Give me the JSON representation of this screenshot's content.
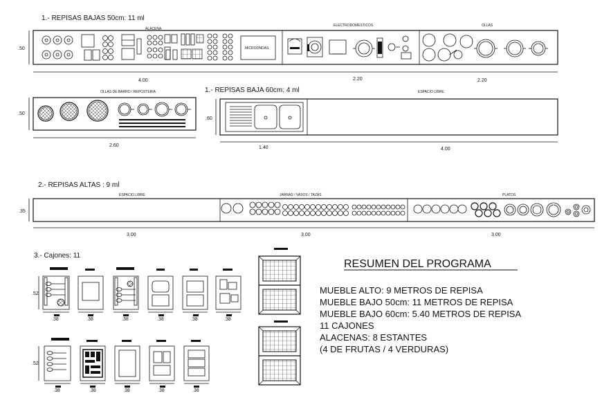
{
  "sections": {
    "s1": {
      "title": "1.- REPISAS BAJAS 50cm: 11 ml",
      "row_height": ".50",
      "labels": {
        "alacena": "ALACENA",
        "electro": "ELECTRODOMESTICOS",
        "ollas": "OLLAS",
        "microondas": "MICROONDAS"
      },
      "dims": [
        "4.00",
        "2.20",
        "2.20"
      ]
    },
    "s1b": {
      "label": "OLLAS DE BARRO / REPOSTERIA",
      "row_height": ".50",
      "dim": "2.60"
    },
    "s1c": {
      "title": "1.- REPISAS BAJA 60cm: 4 ml",
      "row_height": ".60",
      "label": "ESPACIO LIBRE",
      "dims": [
        "1.40",
        "4.00"
      ]
    },
    "s2": {
      "title": "2.- REPISAS ALTAS : 9 ml",
      "row_height": ".35",
      "labels": {
        "libre": "ESPACIO LIBRE",
        "jarras": "JARRAS / VASOS / TAZAS",
        "platos": "PLATOS"
      },
      "dims": [
        "3.00",
        "3.00",
        "3.00"
      ]
    },
    "s3": {
      "title": "3.- Cajones: 11",
      "height_dim": ".52",
      "width_dim": ".38"
    }
  },
  "summary": {
    "title": "RESUMEN DEL PROGRAMA",
    "lines": [
      "MUEBLE ALTO: 9 METROS DE REPISA",
      "MUEBLE BAJO 50cm: 11 METROS DE REPISA",
      "MUEBLE BAJO 60cm: 5.40 METROS DE REPISA",
      "11 CAJONES",
      "ALACENAS: 8 ESTANTES",
      "(4 DE FRUTAS / 4 VERDURAS)"
    ]
  }
}
